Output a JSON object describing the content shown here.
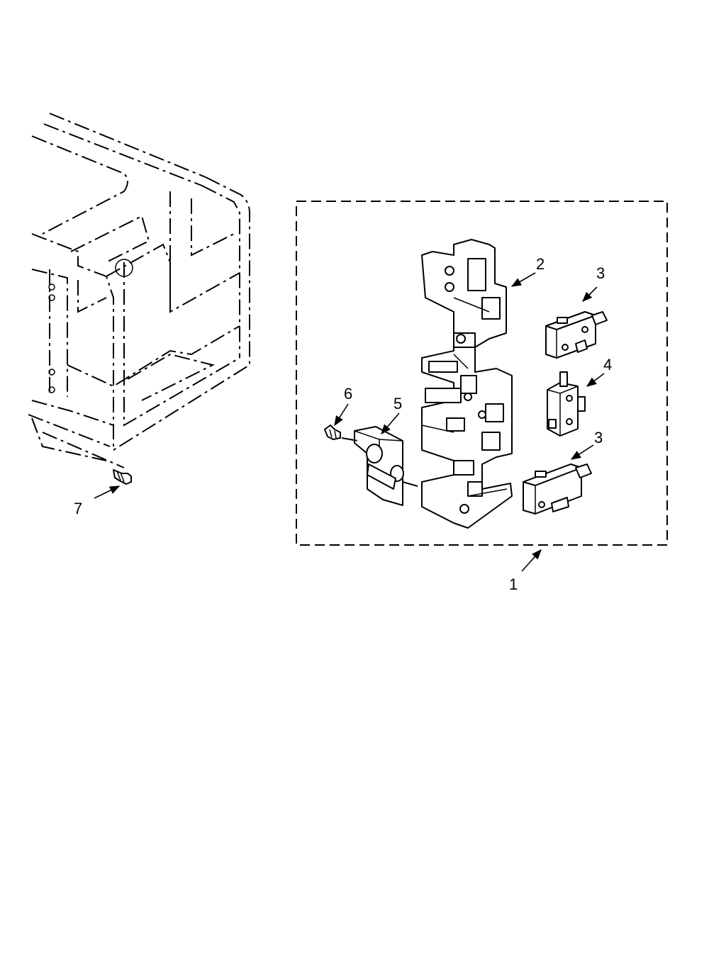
{
  "callouts": {
    "c1": "1",
    "c2": "2",
    "c3a": "3",
    "c3b": "3",
    "c4": "4",
    "c5": "5",
    "c6": "6",
    "c7": "7"
  },
  "colors": {
    "line": "#000000",
    "background": "#ffffff"
  },
  "icons": {
    "arrowhead": "solid-arrowhead"
  }
}
